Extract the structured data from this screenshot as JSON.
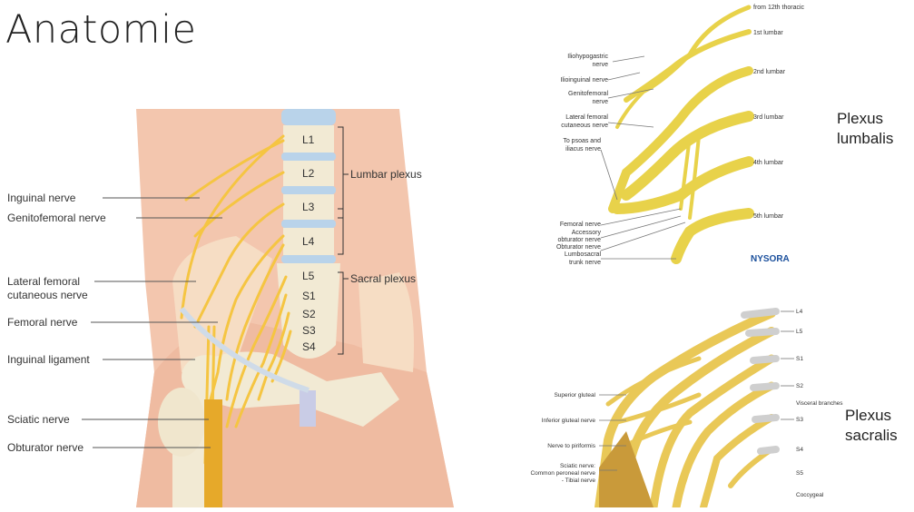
{
  "slide": {
    "title": "Anatomie",
    "plexus_lumbalis_caption": [
      "Plexus",
      "lumbalis"
    ],
    "plexus_sacralis_caption": [
      "Plexus",
      "sacralis"
    ]
  },
  "figure_left": {
    "vertebrae": [
      "L1",
      "L2",
      "L3",
      "L4",
      "L5"
    ],
    "sacral": [
      "S1",
      "S2",
      "S3",
      "S4"
    ],
    "labels_left": [
      "Inguinal nerve",
      "Genitofemoral nerve",
      "Lateral femoral",
      "cutaneous nerve",
      "Femoral nerve",
      "Inguinal ligament",
      "Sciatic nerve",
      "Obturator nerve"
    ],
    "labels_right": [
      "Lumbar plexus",
      "Sacral plexus"
    ],
    "colors": {
      "skin": "#f3c6ae",
      "nerve": "#f5c542",
      "bone": "#f2ead4",
      "disc": "#b9d3ea"
    }
  },
  "figure_top_right": {
    "labels_left": [
      "Iliohypogastric",
      "nerve",
      "Ilioinguinal nerve",
      "Genitofemoral",
      "nerve",
      "Lateral femoral",
      "cutaneous nerve",
      "To psoas and",
      "iliacus nerve",
      "Femoral nerve",
      "Accessory",
      "obturator nerve",
      "Obturator nerve",
      "Lumbosacral",
      "trunk nerve"
    ],
    "labels_right": [
      "from 12th thoracic",
      "1st lumbar",
      "2nd lumbar",
      "3rd lumbar",
      "4th lumbar",
      "5th lumbar"
    ],
    "logo_text": "NYSORA",
    "colors": {
      "nerve": "#e8d24a",
      "logo": "#1a4f9c"
    }
  },
  "figure_bottom_right": {
    "labels_left": [
      "Superior gluteal",
      "Inferior gluteal nerve",
      "Nerve to piriformis",
      "Sciatic nerve:",
      "Common peroneal nerve",
      "- Tibial nerve"
    ],
    "labels_right": [
      "L4",
      "L5",
      "S1",
      "S2",
      "Visceral branches",
      "S3",
      "S4",
      "S5",
      "Coccygeal"
    ],
    "colors": {
      "nerve": "#e9c857",
      "root": "#cfcfcf"
    }
  }
}
